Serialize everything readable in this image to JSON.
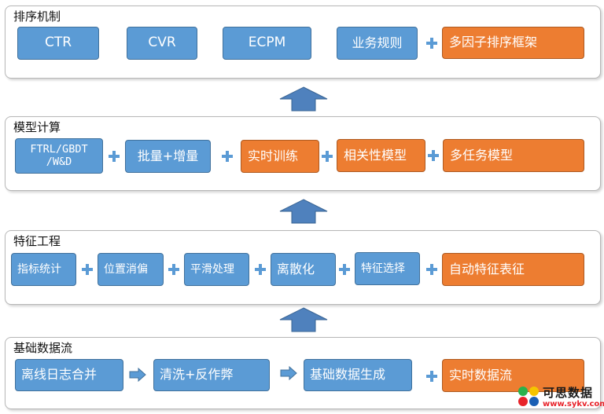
{
  "layers": {
    "ranking": {
      "title": "排序机制",
      "items": [
        "CTR",
        "CVR",
        "ECPM",
        "业务规则",
        "多因子排序框架"
      ]
    },
    "model": {
      "title": "模型计算",
      "items": [
        "FTRL/GBDT",
        "/W&D",
        "批量+增量",
        "实时训练",
        "相关性模型",
        "多任务模型"
      ]
    },
    "feature": {
      "title": "特征工程",
      "items": [
        "指标统计",
        "位置消偏",
        "平滑处理",
        "离散化",
        "特征选择",
        "自动特征表征"
      ]
    },
    "data": {
      "title": "基础数据流",
      "items": [
        "离线日志合并",
        "清洗+反作弊",
        "基础数据生成",
        "实时数据流"
      ]
    }
  },
  "watermark": {
    "name": "可思数据",
    "url": "www.sykv.com"
  },
  "colors": {
    "blue": "#5b9bd5",
    "orange": "#ed7d31",
    "arrow": "#4f81bd"
  }
}
